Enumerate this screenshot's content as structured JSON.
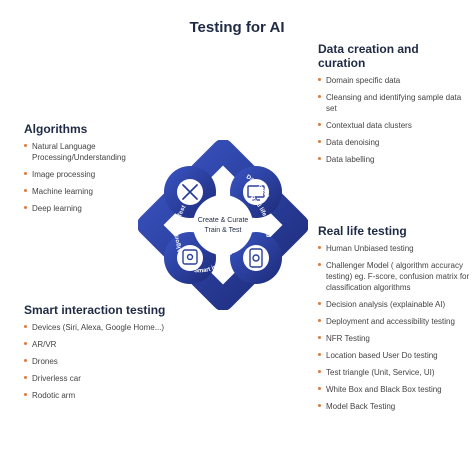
{
  "title": "Testing for AI",
  "data_creation": {
    "heading": "Data creation and curation",
    "items": [
      "Domain specific data",
      "Cleansing and identifying sample data set",
      "Contextual data clusters",
      "Data denoising",
      "Data labelling"
    ]
  },
  "algorithms": {
    "heading": "Algorithms",
    "items": [
      "Natural Language Processing/Understanding",
      "Image processing",
      "Machine learning",
      "Deep learning"
    ]
  },
  "smart_interaction": {
    "heading": "Smart interaction testing",
    "items": [
      "Devices (Siri, Alexa, Google Home...)",
      "AR/VR",
      "Drones",
      "Driverless car",
      "Rodotic arm"
    ]
  },
  "real_life": {
    "heading": "Real life testing",
    "items": [
      "Human Unbiased testing",
      "Challenger Model ( algorithm accuracy testing) eg. F-score, confusion matrix for classification algorithms",
      "Decision analysis (explainable AI)",
      "Deployment and accessibility testing",
      "NFR Testing",
      "Location based User Do testing",
      "Test triangle (Unit, Service, UI)",
      "White Box and Black Box testing",
      "Model Back Testing"
    ]
  },
  "diagram": {
    "center_line1": "Create & Curate",
    "center_line2": "Train & Test",
    "label_top": "Data creation & curation",
    "label_left": "Algorithmic Test",
    "label_right": "Real life testing",
    "label_bottom": "Smart interaction Testing"
  },
  "colors": {
    "primary": "#2b3f9e",
    "dark": "#1c2a78",
    "accent": "#e07a3c"
  },
  "icons": [
    "tools-icon",
    "monitor-icon",
    "touch-icon",
    "phone-fingerprint-icon"
  ]
}
